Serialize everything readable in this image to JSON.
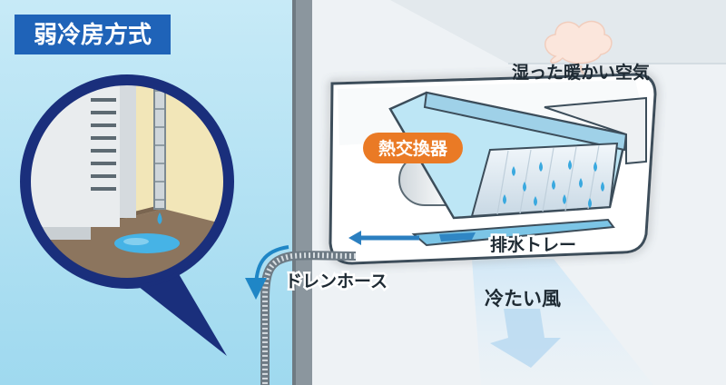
{
  "title": "弱冷房方式",
  "labels": {
    "humid_air": "湿った暖かい空気",
    "heat_exchanger": "熱交換器",
    "drain_tray": "排水トレー",
    "drain_hose": "ドレンホース",
    "cold_air": "冷たい風"
  },
  "colors": {
    "outdoor_sky": "#a9def1",
    "title_badge": "#1f63b8",
    "indoor_wall": "#eef2f5",
    "wall_edge": "#8e9aa3",
    "heat_exchanger_badge": "#ea7a25",
    "water": "#46b3e6",
    "magnifier_ring": "#1a2f7c"
  }
}
